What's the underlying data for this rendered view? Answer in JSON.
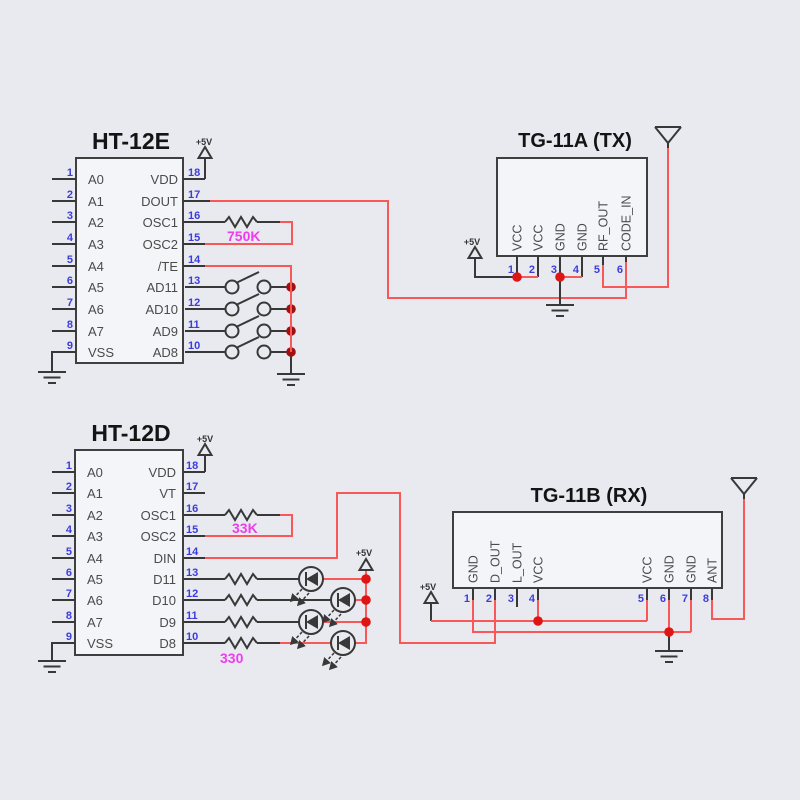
{
  "colors": {
    "background": "#e9eaef",
    "wire_red": "#f95858",
    "wire_black": "#383838",
    "pin_number_blue": "#3c3cdd",
    "value_magenta": "#ef3cef",
    "junction_dot_red": "#dd1515",
    "switch_dot_dark_red": "#a01010"
  },
  "power_label": "+5V",
  "icons": {
    "power": "+5V up-arrow",
    "ground": "earth-ground bars",
    "antenna": "antenna funnel",
    "resistor": "zigzag resistor",
    "led": "LED diode with emission arrows",
    "switch": "open SPST switch",
    "junction": "wire junction dot"
  },
  "chips": {
    "ht12e": {
      "title": "HT-12E",
      "osc_resistor": "750K",
      "left": [
        {
          "n": "1",
          "l": "A0"
        },
        {
          "n": "2",
          "l": "A1"
        },
        {
          "n": "3",
          "l": "A2"
        },
        {
          "n": "4",
          "l": "A3"
        },
        {
          "n": "5",
          "l": "A4"
        },
        {
          "n": "6",
          "l": "A5"
        },
        {
          "n": "7",
          "l": "A6"
        },
        {
          "n": "8",
          "l": "A7"
        },
        {
          "n": "9",
          "l": "VSS"
        }
      ],
      "right": [
        {
          "n": "18",
          "l": "VDD"
        },
        {
          "n": "17",
          "l": "DOUT"
        },
        {
          "n": "16",
          "l": "OSC1"
        },
        {
          "n": "15",
          "l": "OSC2"
        },
        {
          "n": "14",
          "l": "/TE"
        },
        {
          "n": "13",
          "l": "AD11"
        },
        {
          "n": "12",
          "l": "AD10"
        },
        {
          "n": "11",
          "l": "AD9"
        },
        {
          "n": "10",
          "l": "AD8"
        }
      ]
    },
    "ht12d": {
      "title": "HT-12D",
      "osc_resistor": "33K",
      "led_resistor": "330",
      "left": [
        {
          "n": "1",
          "l": "A0"
        },
        {
          "n": "2",
          "l": "A1"
        },
        {
          "n": "3",
          "l": "A2"
        },
        {
          "n": "4",
          "l": "A3"
        },
        {
          "n": "5",
          "l": "A4"
        },
        {
          "n": "6",
          "l": "A5"
        },
        {
          "n": "7",
          "l": "A6"
        },
        {
          "n": "8",
          "l": "A7"
        },
        {
          "n": "9",
          "l": "VSS"
        }
      ],
      "right": [
        {
          "n": "18",
          "l": "VDD"
        },
        {
          "n": "17",
          "l": "VT"
        },
        {
          "n": "16",
          "l": "OSC1"
        },
        {
          "n": "15",
          "l": "OSC2"
        },
        {
          "n": "14",
          "l": "DIN"
        },
        {
          "n": "13",
          "l": "D11"
        },
        {
          "n": "12",
          "l": "D10"
        },
        {
          "n": "11",
          "l": "D9"
        },
        {
          "n": "10",
          "l": "D8"
        }
      ]
    },
    "tg11a": {
      "title": "TG-11A (TX)",
      "pins": [
        {
          "n": "1",
          "l": "VCC"
        },
        {
          "n": "2",
          "l": "VCC"
        },
        {
          "n": "3",
          "l": "GND"
        },
        {
          "n": "4",
          "l": "GND"
        },
        {
          "n": "5",
          "l": "RF_OUT"
        },
        {
          "n": "6",
          "l": "CODE_IN"
        }
      ]
    },
    "tg11b": {
      "title": "TG-11B (RX)",
      "pins": [
        {
          "n": "1",
          "l": "GND"
        },
        {
          "n": "2",
          "l": "D_OUT"
        },
        {
          "n": "3",
          "l": "L_OUT"
        },
        {
          "n": "4",
          "l": "VCC"
        },
        {
          "n": "5",
          "l": "VCC"
        },
        {
          "n": "6",
          "l": "GND"
        },
        {
          "n": "7",
          "l": "GND"
        },
        {
          "n": "8",
          "l": "ANT"
        }
      ]
    }
  }
}
